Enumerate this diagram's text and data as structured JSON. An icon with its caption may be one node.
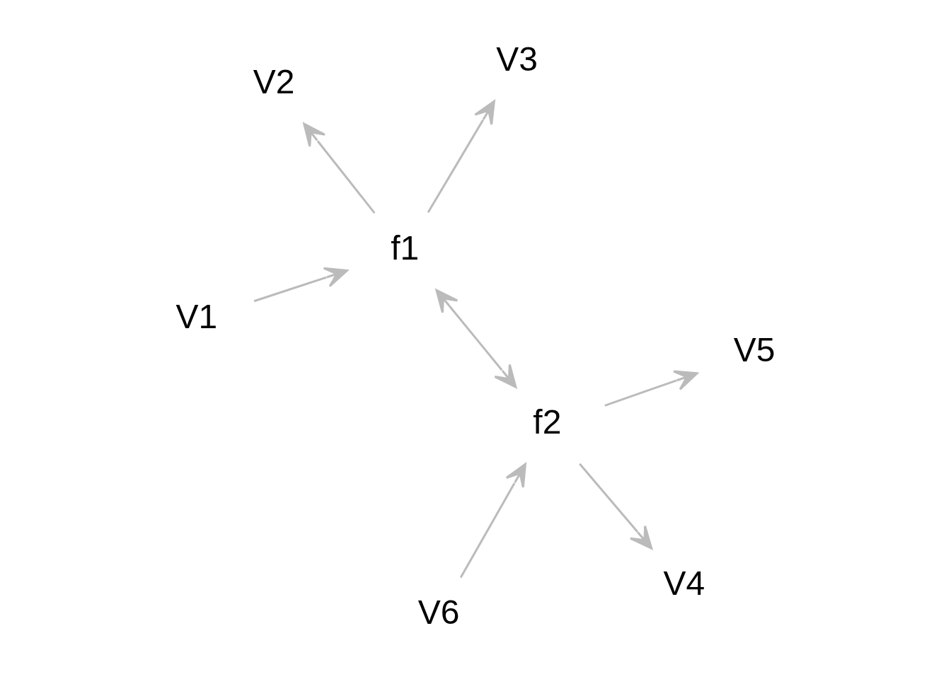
{
  "diagram": {
    "nodes": [
      {
        "text": [
          "V1"
        ]
      },
      {
        "text": [
          "V3"
        ]
      },
      {
        "text": [
          "f1"
        ]
      },
      {
        "text": [
          "V2"
        ]
      },
      {
        "text": [
          "f2"
        ]
      },
      {
        "text": [
          "V5"
        ]
      },
      {
        "text": [
          "V6"
        ]
      },
      {
        "text": [
          "V4"
        ]
      }
    ],
    "edges": [
      {
        "from": 0,
        "to": 2,
        "arrow": "to"
      },
      {
        "from": 2,
        "to": 1,
        "arrow": "to"
      },
      {
        "from": 2,
        "to": 3,
        "arrow": "to"
      },
      {
        "from": 2,
        "to": 4,
        "arrow": "both"
      },
      {
        "from": 4,
        "to": 5,
        "arrow": "to"
      },
      {
        "from": 6,
        "to": 4,
        "arrow": "to"
      },
      {
        "from": 4,
        "to": 7,
        "arrow": "to"
      }
    ]
  }
}
